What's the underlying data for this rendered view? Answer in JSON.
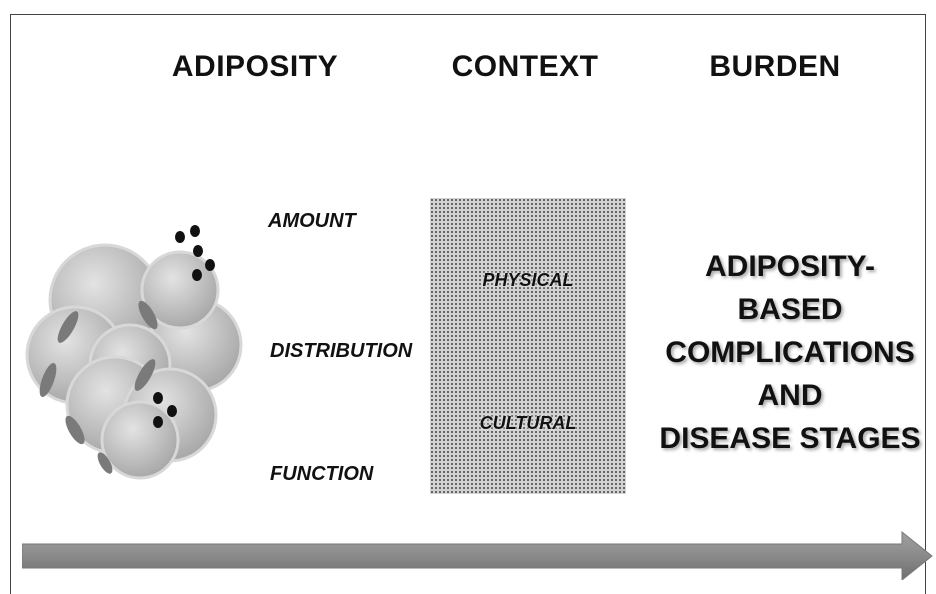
{
  "headers": {
    "adiposity": "ADIPOSITY",
    "context": "CONTEXT",
    "burden": "BURDEN"
  },
  "adiposity_aspects": {
    "amount": "AMOUNT",
    "distribution": "DISTRIBUTION",
    "function": "FUNCTION"
  },
  "context_factors": {
    "physical": "PHYSICAL",
    "cultural": "CULTURAL"
  },
  "burden_outcome": {
    "line1": "ADIPOSITY-",
    "line2": "BASED",
    "line3": "COMPLICATIONS",
    "line4": "AND",
    "line5": "DISEASE STAGES"
  },
  "illustration": {
    "adipocyte_cluster_icon": "fat-cell-cluster-icon",
    "flow_arrow_icon": "right-arrow-icon"
  },
  "colors": {
    "cell_fill": "#b9b9b9",
    "cell_highlight": "#e3e3e3",
    "nucleus": "#7a7a7a",
    "dots": "#111111",
    "arrow": "#8a8a8a",
    "context_box": "#d2d2d2"
  }
}
